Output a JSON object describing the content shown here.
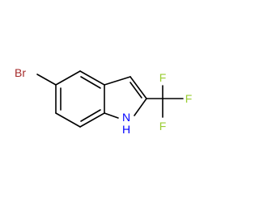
{
  "molecule": {
    "atoms": {
      "bromine": "Br",
      "nitrogen": "N",
      "hydrogen": "H",
      "fluorine_top": "F",
      "fluorine_right": "F",
      "fluorine_bottom": "F"
    },
    "colors": {
      "bromine": "#a52a2a",
      "nitrogen": "#0000ff",
      "fluorine": "#9acd32",
      "bond": "#000000"
    }
  }
}
